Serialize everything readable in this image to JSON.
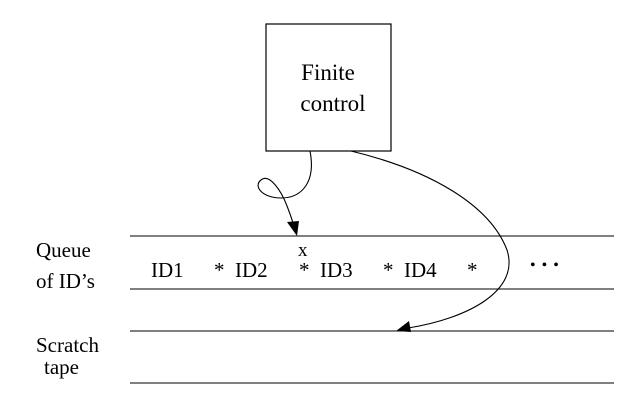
{
  "finite_control": {
    "line1": "Finite",
    "line2": "control"
  },
  "queue_label": {
    "line1": "Queue",
    "line2": "of ID’s"
  },
  "scratch_label": {
    "line1": "Scratch",
    "line2": "tape"
  },
  "queue_cells": {
    "id1": "ID1",
    "sep1": "*",
    "id2": "ID2",
    "sep2": "*",
    "id3": "ID3",
    "sep3": "*",
    "id4": "ID4",
    "sep4": "*",
    "ellipsis": "• • •"
  },
  "marker": "x"
}
